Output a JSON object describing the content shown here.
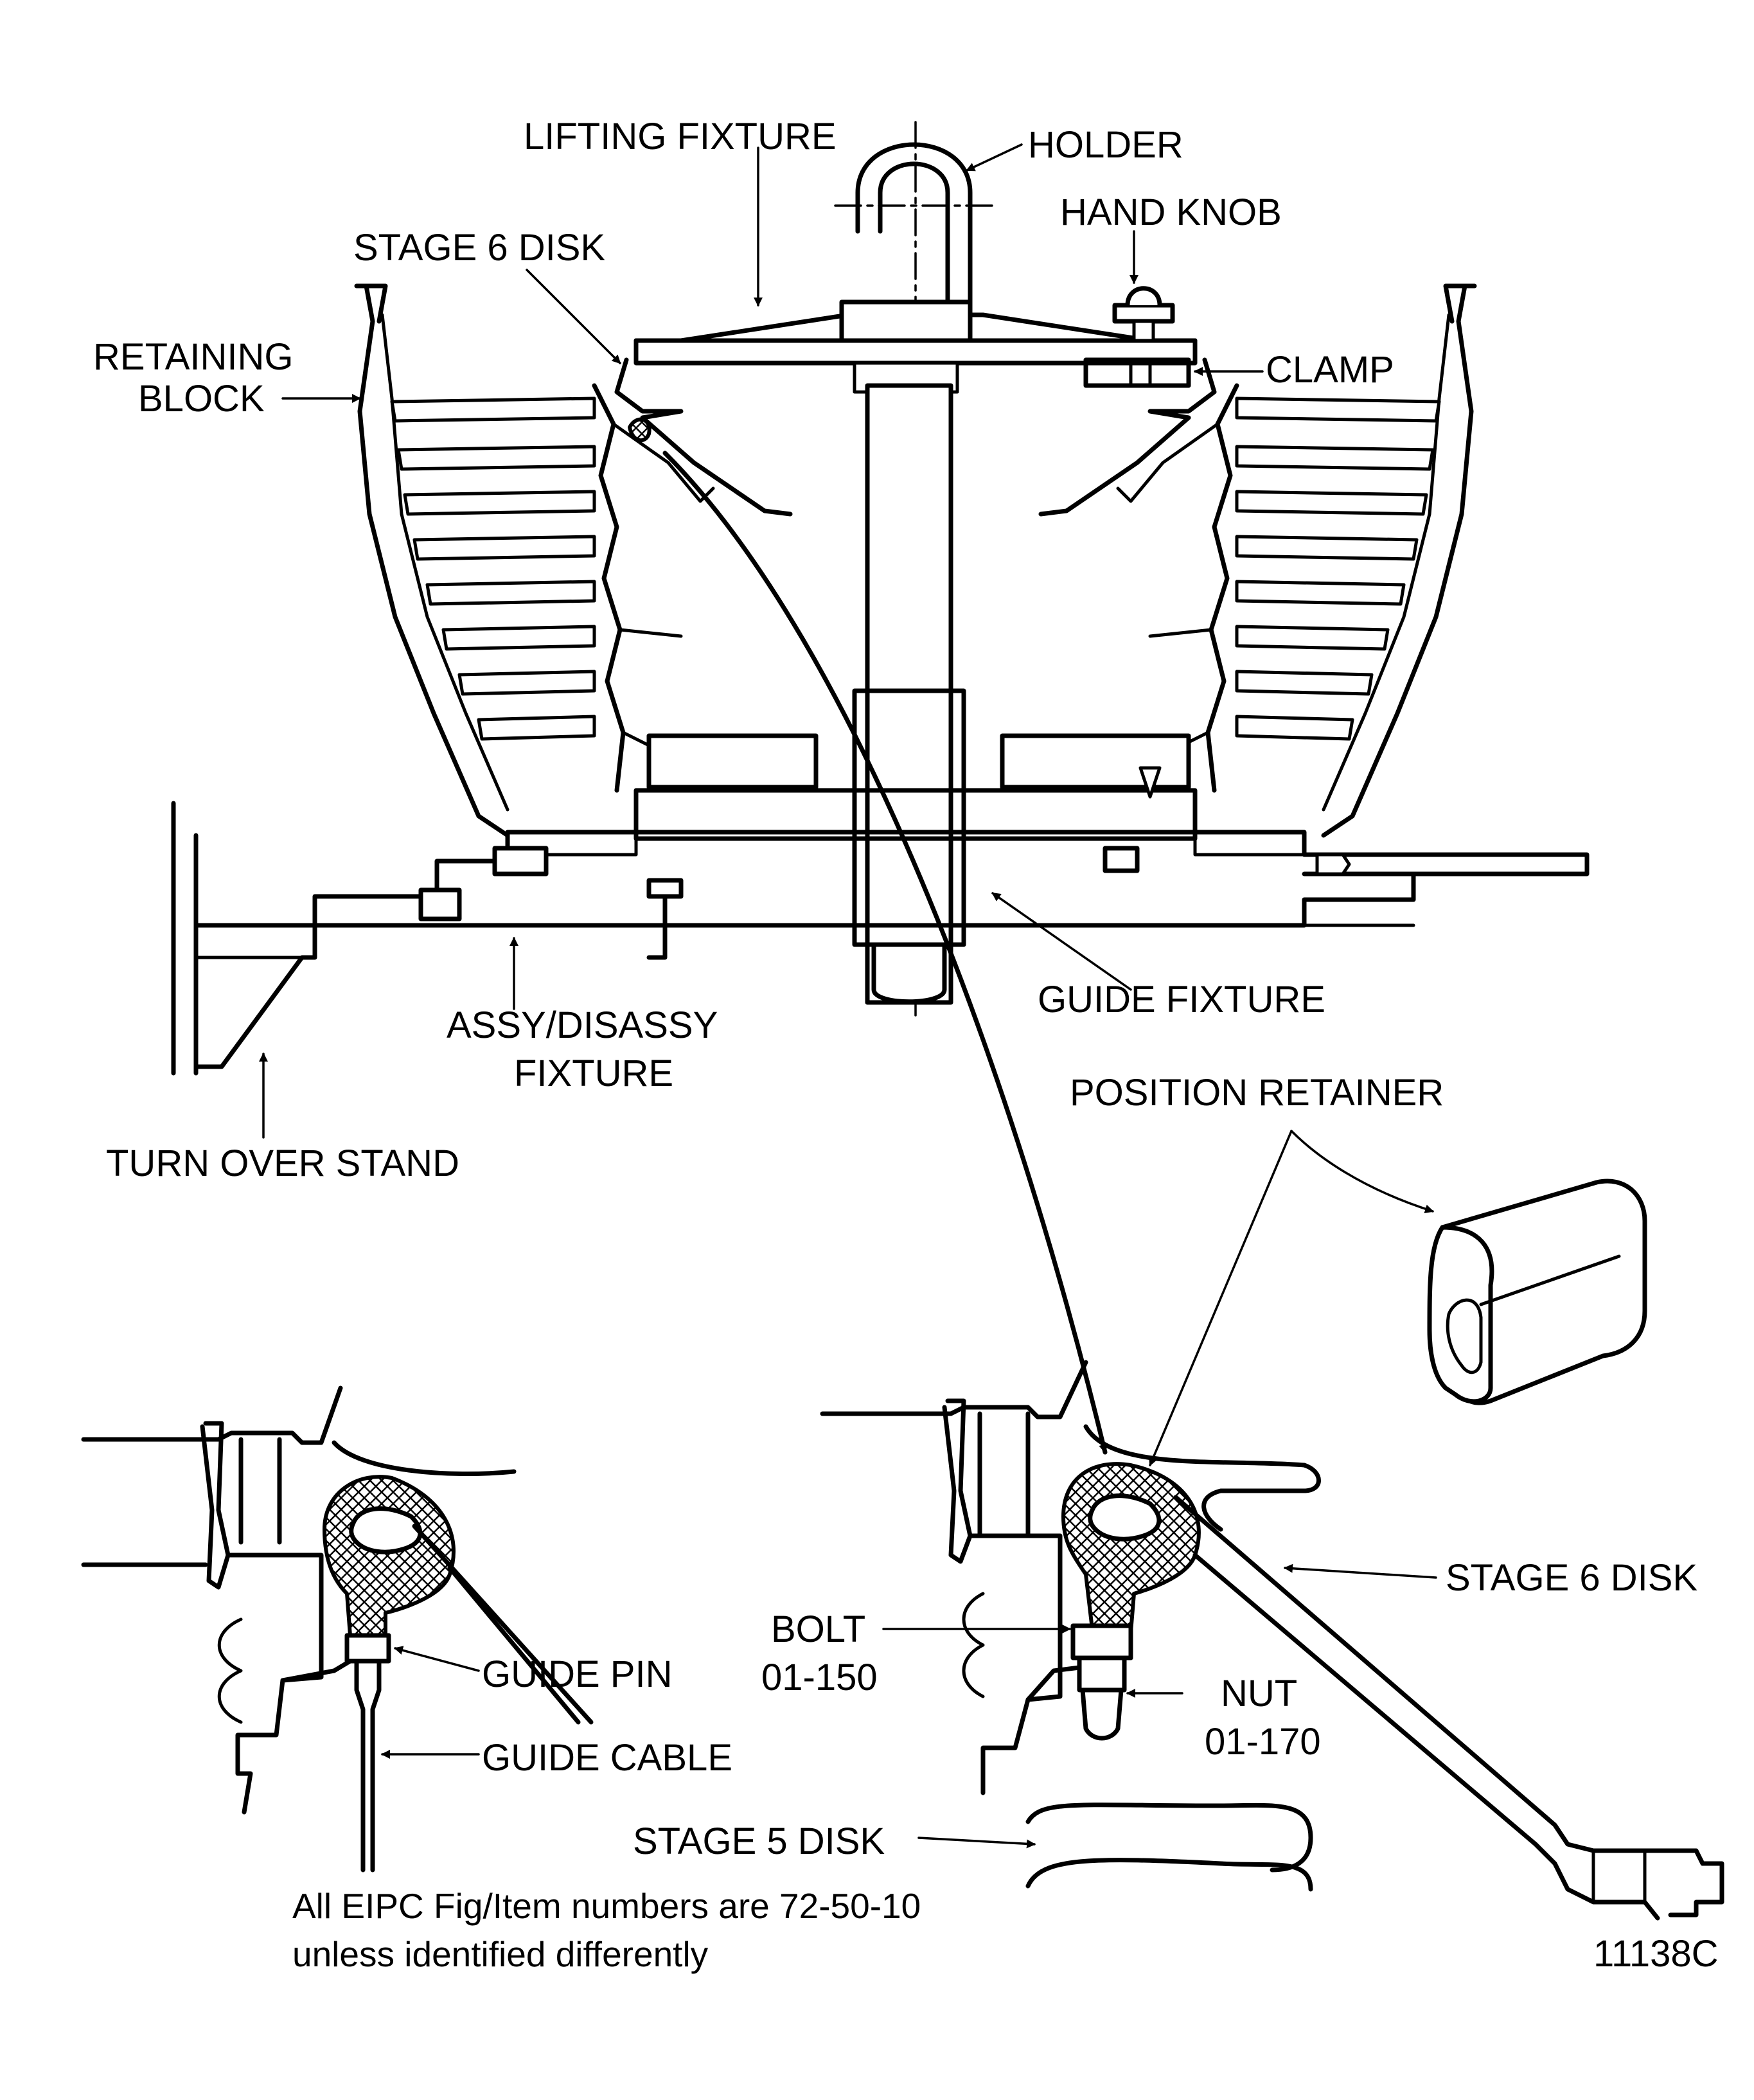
{
  "labels": {
    "lifting_fixture": "LIFTING FIXTURE",
    "holder": "HOLDER",
    "hand_knob": "HAND KNOB",
    "stage6_disk_top": "STAGE 6 DISK",
    "retaining_block_line1": "RETAINING",
    "retaining_block_line2": "BLOCK",
    "clamp": "CLAMP",
    "guide_fixture": "GUIDE FIXTURE",
    "assy_line1": "ASSY/DISASSY",
    "assy_line2": "FIXTURE",
    "turn_over_stand": "TURN OVER STAND",
    "position_retainer": "POSITION RETAINER",
    "guide_pin": "GUIDE PIN",
    "guide_cable": "GUIDE CABLE",
    "bolt_line1": "BOLT",
    "bolt_line2": "01-150",
    "nut_line1": "NUT",
    "nut_line2": "01-170",
    "stage6_disk_detail": "STAGE 6 DISK",
    "stage5_disk": "STAGE 5 DISK"
  },
  "note": {
    "line1": "All EIPC Fig/Item numbers are 72-50-10",
    "line2": "unless identified differently"
  },
  "figure_id": "11138C"
}
